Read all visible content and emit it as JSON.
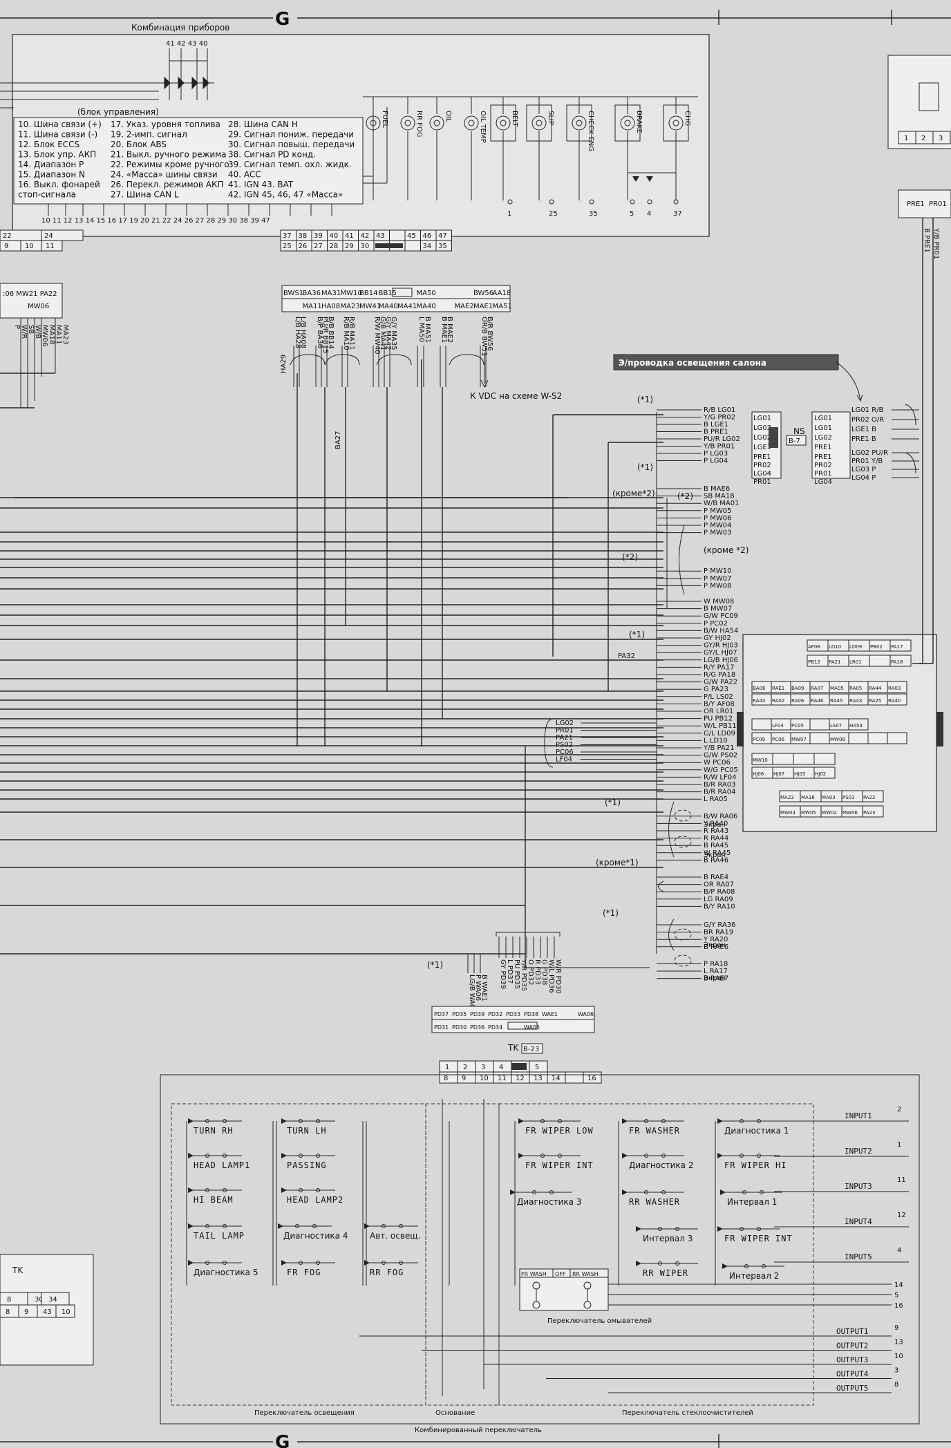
{
  "section_markers": {
    "top": "G",
    "bottom": "G"
  },
  "instrument_cluster": {
    "title": "Комбинация приборов",
    "top_pins": "41 42  43 40",
    "control_unit_note": "(блок управления)",
    "legend_col1": [
      "10. Шина связи (+)",
      "11. Шина связи (-)",
      "12. Блок ECCS",
      "13. Блок упр. АКП",
      "14. Диапазон P",
      "15. Диапазон N",
      "16. Выкл. фонарей",
      "     стоп-сигнала"
    ],
    "legend_col2": [
      "17. Указ. уровня топлива",
      "19. 2-имп. сигнал",
      "20. Блок ABS",
      "21. Выкл. ручного режима",
      "22. Режимы кроме ручного",
      "24. «Масса» шины связи",
      "26. Перекл. режимов АКП",
      "27. Шина CAN L"
    ],
    "legend_col3": [
      "28. Шина CAN H",
      "29. Сигнал пониж. передачи",
      "30. Сигнал повыш. передачи",
      "38. Сигнал PD конд.",
      "39. Сигнал темп. охл. жидк.",
      "40. ACC",
      "41. IGN    43. BAT",
      "42. IGN    45, 46, 47 «Масса»"
    ],
    "pin_row": "10 11 12 13 14 15 16 17 19 20 21 22 24 26 27 28 29 30 38 39 47",
    "lamps": [
      "FUEL",
      "RR FOG",
      "OIL",
      "OIL TEMP",
      "BELT",
      "SLIP",
      "CHECK ENG",
      "BRAKE",
      "CHG"
    ],
    "lamp_pins": [
      "1",
      "25",
      "35",
      "5",
      "4",
      "37"
    ]
  },
  "connector_cluster": {
    "row1": [
      "37",
      "38",
      "39",
      "40",
      "41",
      "42",
      "43",
      "",
      "45",
      "46",
      "47"
    ],
    "row2": [
      "25",
      "26",
      "27",
      "28",
      "29",
      "30",
      "",
      "",
      "",
      "34",
      "35"
    ],
    "left_row1": [
      "22",
      "24"
    ],
    "left_row2": [
      "9",
      "10",
      "11"
    ]
  },
  "tk_b36": {
    "label": "TK",
    "id": "B-36",
    "pins_top": [
      "BWS1",
      "BA36",
      "MA31",
      "MW10",
      "BB14",
      "BB15",
      "",
      "MA50",
      "",
      "",
      "BW56",
      "AA18"
    ],
    "pins_bottom": [
      "",
      "MA11",
      "HA08",
      "MA23",
      "MW41",
      "MA40",
      "MA41",
      "MA40",
      "",
      "MAE2",
      "MAE1",
      "MA51"
    ],
    "wires": [
      "L/B HA28",
      "L/B HA08",
      "B/P BA36",
      "PU/R BB15",
      "B/B BB14",
      "R/B MA10",
      "R/B MA11",
      "R/W MW40",
      "G/B MA41",
      "G/Y MA42",
      "G/Y MA35",
      "L MA50",
      "B MA51",
      "B MAE1",
      "B MAE2",
      "OR/B BW51",
      "B/R BW56"
    ],
    "vdc_note": "К VDC на схеме W-S2",
    "branch_labels": [
      "HA29",
      "BA27"
    ]
  },
  "left_partial": {
    "pins": [
      "P",
      "W/R",
      "SB",
      "W/B",
      "MW06",
      "MA18",
      "MA11",
      "MA23"
    ]
  },
  "interior_lighting": {
    "callout": "Э/проводка освещения салона",
    "ns_label": "NS",
    "ns_id": "B-7",
    "left_block": [
      "LG01",
      "LG03",
      "LG02",
      "LGE1",
      "PRE1",
      "PR02",
      "LG04",
      "PR01"
    ],
    "right_block": [
      "LG01",
      "LG01",
      "LG02",
      "PRE1",
      "PRE1",
      "PR02",
      "PR01",
      "LG04"
    ],
    "right_wires": [
      "LG01 R/B",
      "PR02 O/R",
      "LGE1 B",
      "PRE1 B",
      "LG02 PU/R",
      "PR01 Y/B",
      "LG03 P",
      "LG04 P"
    ]
  },
  "center_wires": [
    "R/B LG01",
    "Y/G PR02",
    "B LGE1",
    "B PRE1",
    "PU/R LG02",
    "Y/B PR01",
    "P LG03",
    "P LG04",
    "B MAE6",
    "SB MA18",
    "W/B MA01",
    "P MW05",
    "P MW06",
    "P MW04",
    "P MW03",
    "P MW10",
    "P MW07",
    "P MW08",
    "W MW08",
    "B MW07",
    "G/W PC09",
    "P PC02",
    "B/W HA54",
    "GY HJ02",
    "GY/R HJ03",
    "GY/L HJ07",
    "LG/B HJ06",
    "R/Y PA17",
    "R/G PA18",
    "G/W PA22",
    "G PA23",
    "P/L LS02",
    "B/Y AF08",
    "OR LR01",
    "PU PB12",
    "W/L PB11",
    "G/L LD09",
    "L LD10",
    "Y/B PA21",
    "G/W PS02",
    "W PC06",
    "W/G PC05",
    "R/W LF04",
    "B/R RA03",
    "B/R RA04",
    "L RA05",
    "B/W RA06",
    "Y RA40",
    "R RA43",
    "R RA44",
    "B RA45",
    "W RA45",
    "B RA46",
    "B RAE4",
    "OR RA07",
    "B/P RA08",
    "LG RA09",
    "B/Y RA10",
    "G/Y RA36",
    "BR RA19",
    "Y RA20",
    "B RAE6",
    "P RA18",
    "L RA17",
    "B RAE7"
  ],
  "center_left_labels": [
    "LG02",
    "PR01",
    "PA21",
    "PS02",
    "PC06",
    "LF04"
  ],
  "notes": {
    "star1": "(*1)",
    "star2": "(*2)",
    "krome2": "(кроме*2)",
    "krome2b": "(кроме *2)",
    "krome1": "(кроме*1)",
    "ekran": "Экран",
    "pa32": "PA32"
  },
  "right_connector": {
    "rows": [
      [
        "AF08",
        "LD10",
        "LD09",
        "PB02",
        "PA17"
      ],
      [
        "PB12",
        "PA21",
        "LR01",
        "",
        "PA18"
      ],
      [
        "BA06",
        "RAE1",
        "BA09",
        "RA07",
        "MA05",
        "RA05",
        "RA44",
        "RA03"
      ],
      [
        "RA43",
        "RA02",
        "RA06",
        "RA46",
        "RA45",
        "RA43",
        "RA25",
        "RA40"
      ],
      [
        "",
        "LF04",
        "PC05",
        "",
        "LS07",
        "HA54"
      ],
      [
        "PC09",
        "PC06",
        "MW07",
        "",
        "MW08",
        "",
        "",
        ""
      ],
      [
        "MW10",
        "",
        "",
        ""
      ],
      [
        "HJ06",
        "HJ07",
        "HJ03",
        "HJ02"
      ],
      [
        "MA23",
        "MA16",
        "MA03",
        "PS01",
        "PA22"
      ],
      [
        "MW04",
        "MW05",
        "MW02",
        "MW06",
        "PA23"
      ]
    ]
  },
  "top_right": {
    "pins": [
      "1",
      "2",
      "3"
    ],
    "block": [
      "PRE1",
      "PR01"
    ],
    "wires": [
      "B PRE1",
      "Y/B PR01"
    ]
  },
  "tk_b23": {
    "label": "TK",
    "id": "B-23",
    "wires_left": [
      "LG/B WA05",
      "P WA06",
      "B WAE1"
    ],
    "wires_right": [
      "GY PD39",
      "L PD37",
      "PU PD35",
      "Y/R PD35",
      "O PD32",
      "R PD33",
      "G PD38",
      "W/L PD36",
      "W/R PD30"
    ],
    "block_top": [
      "PD37",
      "PD35",
      "PD39",
      "PD32",
      "PD33",
      "PD38",
      "WAE1",
      "",
      "WA06"
    ],
    "block_bottom": [
      "PD31",
      "PD30",
      "PD36",
      "PD34",
      "",
      "WA05"
    ],
    "pins_row1": [
      "1",
      "2",
      "3",
      "4",
      "",
      "5"
    ],
    "pins_row2": [
      "8",
      "9",
      "10",
      "11",
      "12",
      "13",
      "14",
      "",
      "16"
    ],
    "star_note": "(*1)"
  },
  "bottom_left_tk": {
    "label": "TK",
    "row1": [
      "8",
      "30",
      "34"
    ],
    "row2": [
      "8",
      "9",
      "43",
      "10"
    ]
  },
  "combination_switch": {
    "title": "Комбинированный переключатель",
    "lighting_switch": "Переключатель освещения",
    "base": "Основание",
    "wiper_switch": "Переключатель стеклоочистителей",
    "lighting_items": [
      "TURN RH",
      "TURN LH",
      "HEAD LAMP1",
      "PASSING",
      "HI BEAM",
      "HEAD LAMP2",
      "TAIL LAMP",
      "Диагностика 4",
      "Авт. освещ.",
      "Диагностика 5",
      "FR FOG",
      "RR FOG"
    ],
    "wiper_items": [
      "FR WIPER LOW",
      "FR WASHER",
      "Диагностика 1",
      "FR WIPER INT",
      "Диагностика 2",
      "FR WIPER HI",
      "Диагностика 3",
      "RR WASHER",
      "Интервал 1",
      "Интервал 3",
      "FR WIPER INT",
      "RR WIPER",
      "Интервал 2"
    ],
    "washer_switch": {
      "cells": [
        "FR WASH",
        "OFF",
        "RR WASH"
      ],
      "label": "Переключатель омывателей"
    },
    "inputs": [
      {
        "name": "INPUT1",
        "pin": "2"
      },
      {
        "name": "INPUT2",
        "pin": "1"
      },
      {
        "name": "INPUT3",
        "pin": "11"
      },
      {
        "name": "INPUT4",
        "pin": "12"
      },
      {
        "name": "INPUT5",
        "pin": "4"
      }
    ],
    "extra_pins": [
      "14",
      "5",
      "16"
    ],
    "outputs": [
      {
        "name": "OUTPUT1",
        "pin": "9"
      },
      {
        "name": "OUTPUT2",
        "pin": "13"
      },
      {
        "name": "OUTPUT3",
        "pin": "10"
      },
      {
        "name": "OUTPUT4",
        "pin": "3"
      },
      {
        "name": "OUTPUT5",
        "pin": "8"
      }
    ]
  }
}
